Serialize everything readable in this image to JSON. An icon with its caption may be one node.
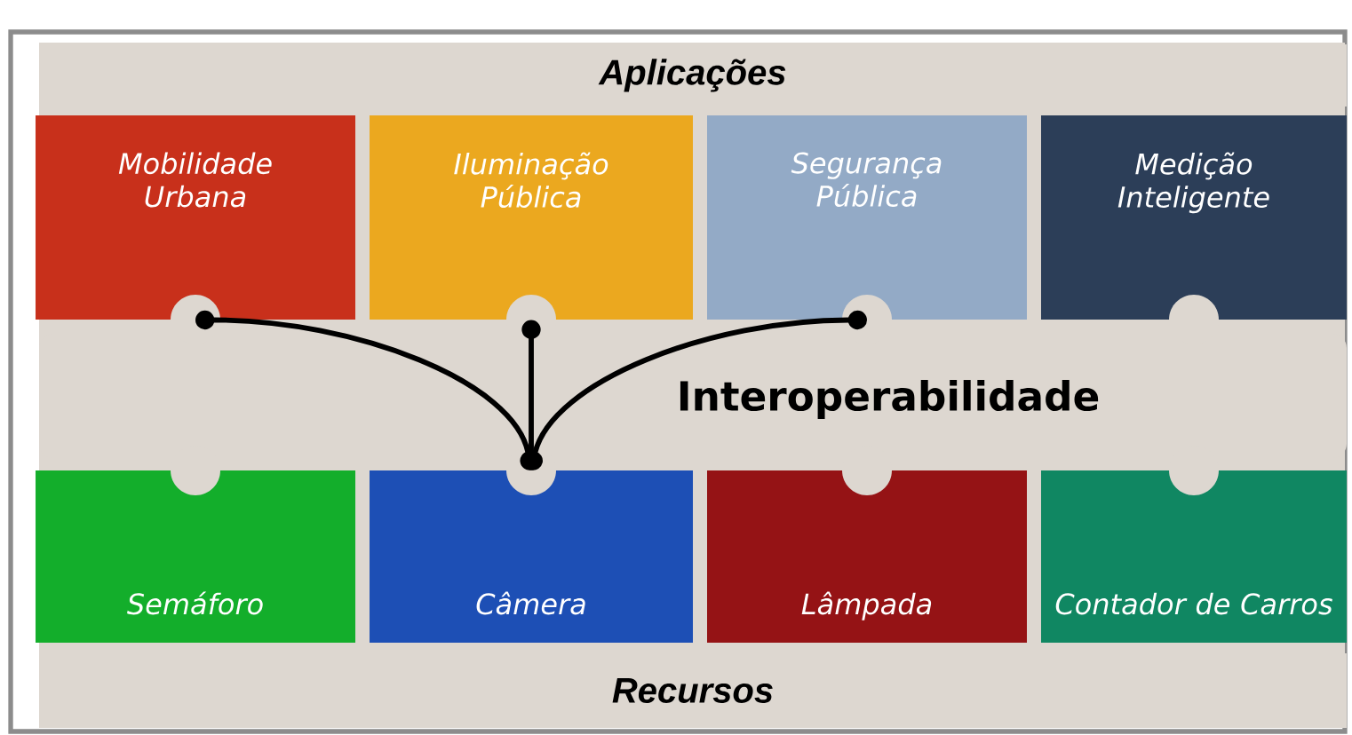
{
  "diagram": {
    "nodes": [
      {
        "text": [
          "Aplicações"
        ]
      },
      {
        "text": [
          "Mobilidade Urbana"
        ]
      },
      {
        "text": [
          "Iluminação Pública"
        ]
      },
      {
        "text": [
          "Segurança Pública"
        ]
      },
      {
        "text": [
          "Medição Inteligente"
        ]
      },
      {
        "text": [
          "Semáforo"
        ]
      },
      {
        "text": [
          "Câmera"
        ]
      },
      {
        "text": [
          "Lâmpada"
        ]
      },
      {
        "text": [
          "Contador de Carros"
        ]
      },
      {
        "text": [
          "Recursos"
        ]
      }
    ],
    "edges": [
      {
        "from": 1,
        "to": 6,
        "arrow": "other"
      },
      {
        "from": 2,
        "to": 6,
        "arrow": "other"
      },
      {
        "from": 3,
        "to": 6,
        "arrow": "other"
      }
    ],
    "labels": [
      "Interoperabilidade"
    ]
  }
}
